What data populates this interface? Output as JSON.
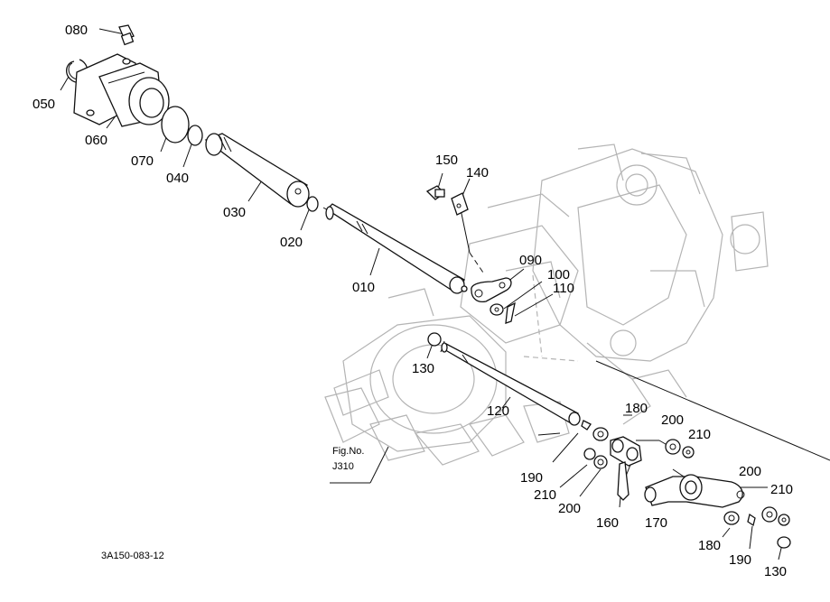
{
  "figure_ref": {
    "line1": "Fig.No.",
    "line2": "J310"
  },
  "drawing_code": "3A150-083-12",
  "parts": {
    "p080": "080",
    "p050": "050",
    "p060": "060",
    "p070": "070",
    "p040": "040",
    "p030": "030",
    "p020": "020",
    "p010": "010",
    "p150": "150",
    "p140": "140",
    "p090": "090",
    "p100": "100",
    "p110": "110",
    "p130a": "130",
    "p120": "120",
    "p180a": "180",
    "p200a": "200",
    "p210a": "210",
    "p190a": "190",
    "p210b": "210",
    "p200b": "200",
    "p160": "160",
    "p170": "170",
    "p200c": "200",
    "p210c": "210",
    "p180b": "180",
    "p190b": "190",
    "p130b": "130"
  }
}
